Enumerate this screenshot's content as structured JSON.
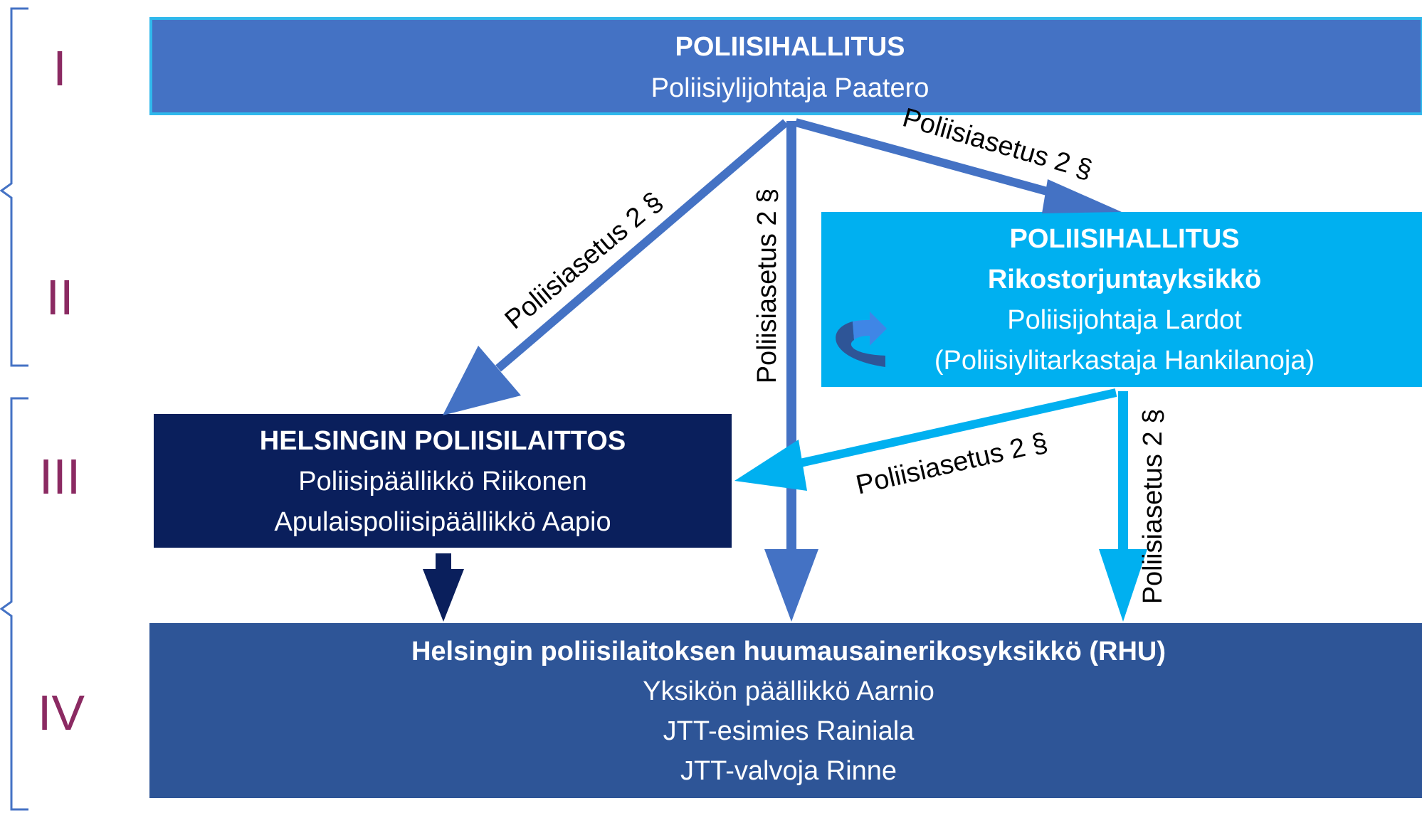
{
  "colors": {
    "top_box": "#4472c4",
    "top_box_border": "#2fb8ec",
    "unit_box": "#00b0f0",
    "helsinki_box": "#0a1f5c",
    "rhu_box": "#2e5597",
    "arrow_blue": "#4472c4",
    "arrow_cyan": "#00b0f0",
    "arrow_navy": "#0a1f5c",
    "bracket": "#4472c4",
    "level_label": "#8b2a62"
  },
  "levels": [
    "I",
    "II",
    "III",
    "IV"
  ],
  "boxes": {
    "poliisihallitus": {
      "title": "POLIISIHALLITUS",
      "line1": "Poliisiylijohtaja Paatero"
    },
    "rikostorjunta": {
      "title": "POLIISIHALLITUS",
      "subtitle": "Rikostorjuntayksikkö",
      "line1": "Poliisijohtaja Lardot",
      "line2": "(Poliisiylitarkastaja Hankilanoja)"
    },
    "helsinki": {
      "title": "HELSINGIN POLIISILAITTOS",
      "line1": "Poliisipäällikkö Riikonen",
      "line2": "Apulaispoliisipäällikkö Aapio"
    },
    "rhu": {
      "title": "Helsingin poliisilaitoksen huumausainerikosyksikkö  (RHU)",
      "line1": "Yksikön päällikkö Aarnio",
      "line2": "JTT-esimies Rainiala",
      "line3": "JTT-valvoja Rinne"
    }
  },
  "arrow_labels": {
    "ph_to_helsinki": "Poliisiasetus 2 §",
    "ph_to_rhu": "Poliisiasetus 2 §",
    "ph_to_unit": "Poliisiasetus 2 §",
    "unit_to_helsinki": "Poliisiasetus 2 §",
    "unit_to_rhu": "Poliisiasetus 2 §"
  },
  "icons": {
    "unit_cycle": "curved-arrow-icon"
  }
}
